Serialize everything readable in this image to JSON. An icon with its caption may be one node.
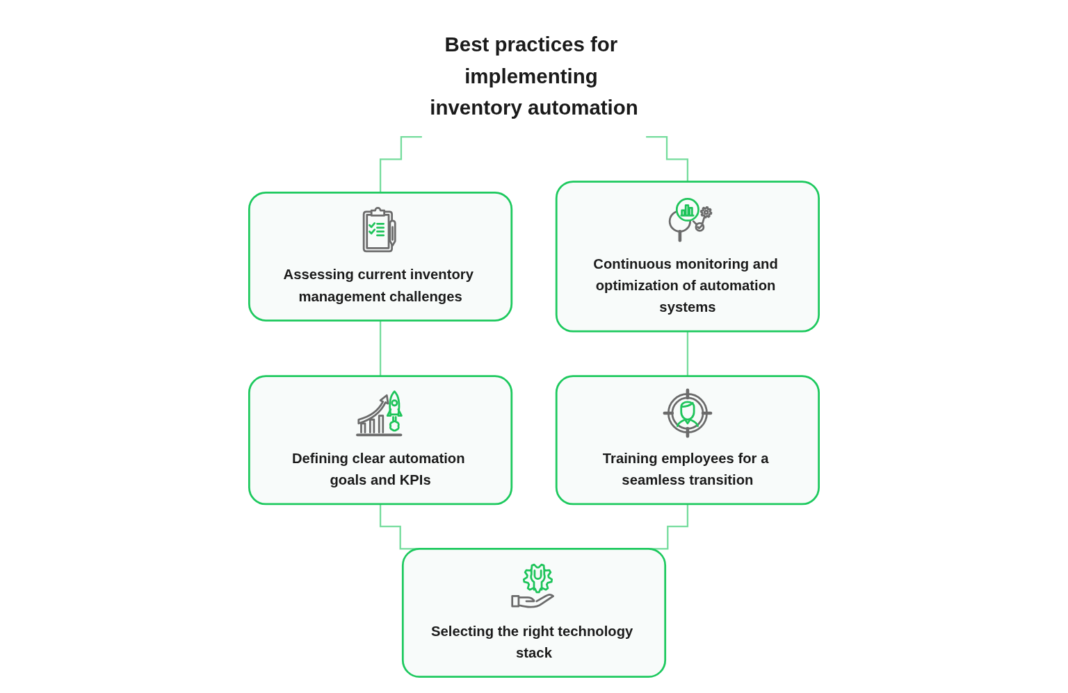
{
  "diagram": {
    "nodes": [
      {
        "text": [
          "Best practices for implementing inventory automation"
        ]
      },
      {
        "text": [
          "Assessing current inventory management challenges"
        ]
      },
      {
        "text": [
          "Continuous monitoring and optimization of automation systems"
        ]
      },
      {
        "text": [
          "Defining clear automation goals and KPIs"
        ]
      },
      {
        "text": [
          "Selecting the right technology stack"
        ]
      },
      {
        "text": [
          "Training employees for a seamless transition"
        ]
      }
    ],
    "edges": [
      {
        "from": 0,
        "to": 1,
        "arrow": "none"
      },
      {
        "from": 0,
        "to": 2,
        "arrow": "none"
      },
      {
        "from": 1,
        "to": 3,
        "arrow": "none"
      },
      {
        "from": 2,
        "to": 5,
        "arrow": "none"
      },
      {
        "from": 3,
        "to": 4,
        "arrow": "none"
      },
      {
        "from": 5,
        "to": 4,
        "arrow": "none"
      }
    ]
  }
}
